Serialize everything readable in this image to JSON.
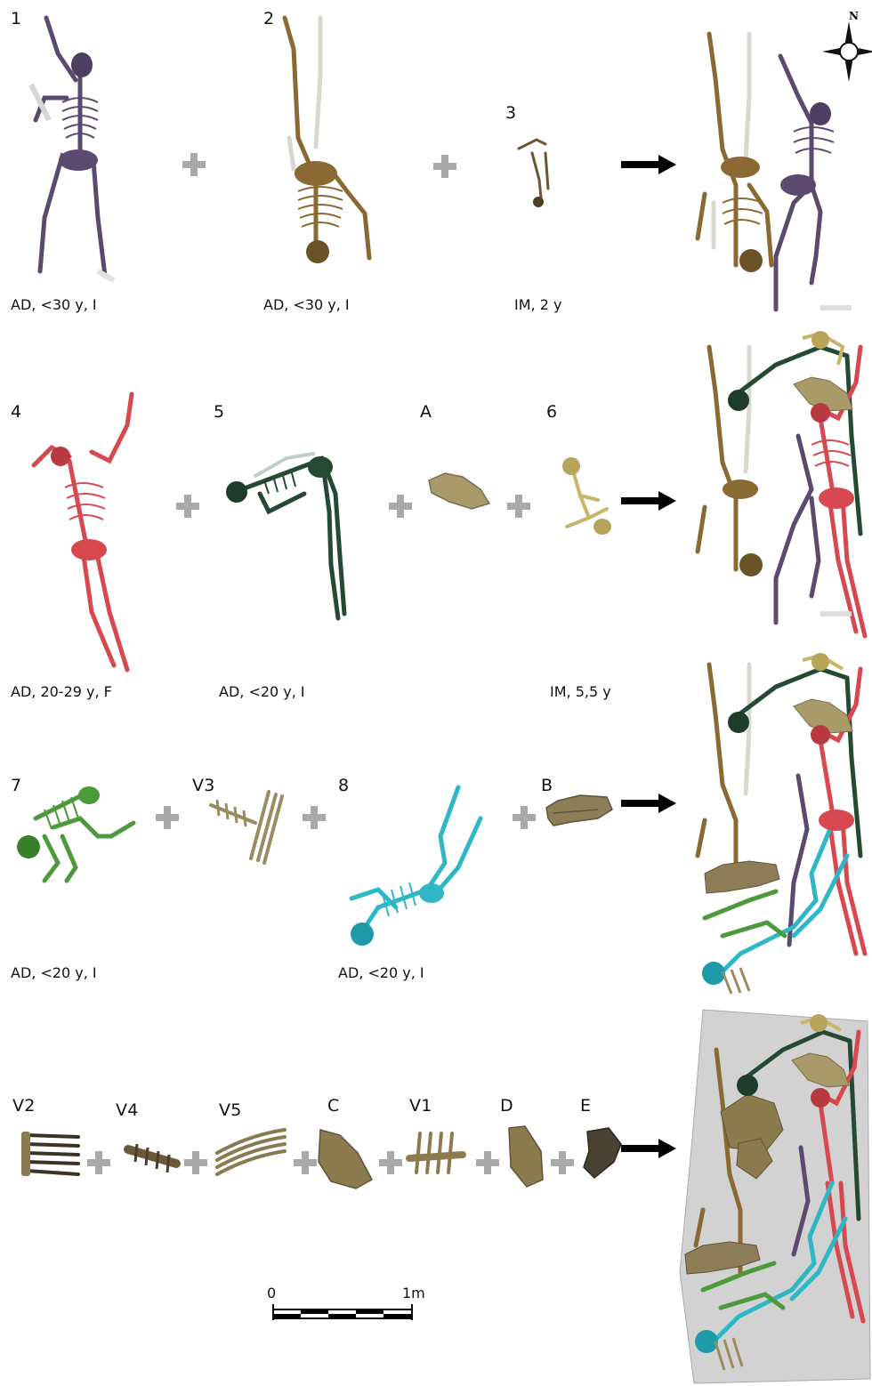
{
  "compass": {
    "north": "N"
  },
  "rows": [
    {
      "items": [
        {
          "id": "1",
          "color": "#5a4a6e",
          "caption": "AD, <30 y, I"
        },
        {
          "id": "2",
          "color": "#8a6a32",
          "caption": "AD, <30 y, I"
        },
        {
          "id": "3",
          "color": "#6b5634",
          "caption": "IM, 2 y"
        }
      ]
    },
    {
      "items": [
        {
          "id": "4",
          "color": "#d8494f",
          "caption": "AD, 20-29 y, F"
        },
        {
          "id": "5",
          "color": "#254a34",
          "caption": "AD, <20 y, I"
        },
        {
          "id": "A",
          "color": "#a99a6a",
          "caption": ""
        },
        {
          "id": "6",
          "color": "#c9b56a",
          "caption": "IM, 5,5 y"
        }
      ]
    },
    {
      "items": [
        {
          "id": "7",
          "color": "#4d9a3c",
          "caption": "AD, <20 y, I"
        },
        {
          "id": "V3",
          "color": "#9a8c5e",
          "caption": ""
        },
        {
          "id": "8",
          "color": "#2fb7c6",
          "caption": "AD, <20 y, I"
        },
        {
          "id": "B",
          "color": "#8d7e58",
          "caption": ""
        }
      ]
    },
    {
      "items": [
        {
          "id": "V2",
          "color": "#4a4130"
        },
        {
          "id": "V4",
          "color": "#6a5a3a"
        },
        {
          "id": "V5",
          "color": "#8a7a50"
        },
        {
          "id": "C",
          "color": "#8d7b50"
        },
        {
          "id": "V1",
          "color": "#8d7b50"
        },
        {
          "id": "D",
          "color": "#8d7b50"
        },
        {
          "id": "E",
          "color": "#4a4232"
        }
      ]
    }
  ],
  "scale_bar": {
    "start_label": "0",
    "end_label": "1m"
  },
  "colors": {
    "plus": "#a9a9a9",
    "arrow": "#000000",
    "pit": "#d2d2d2"
  }
}
